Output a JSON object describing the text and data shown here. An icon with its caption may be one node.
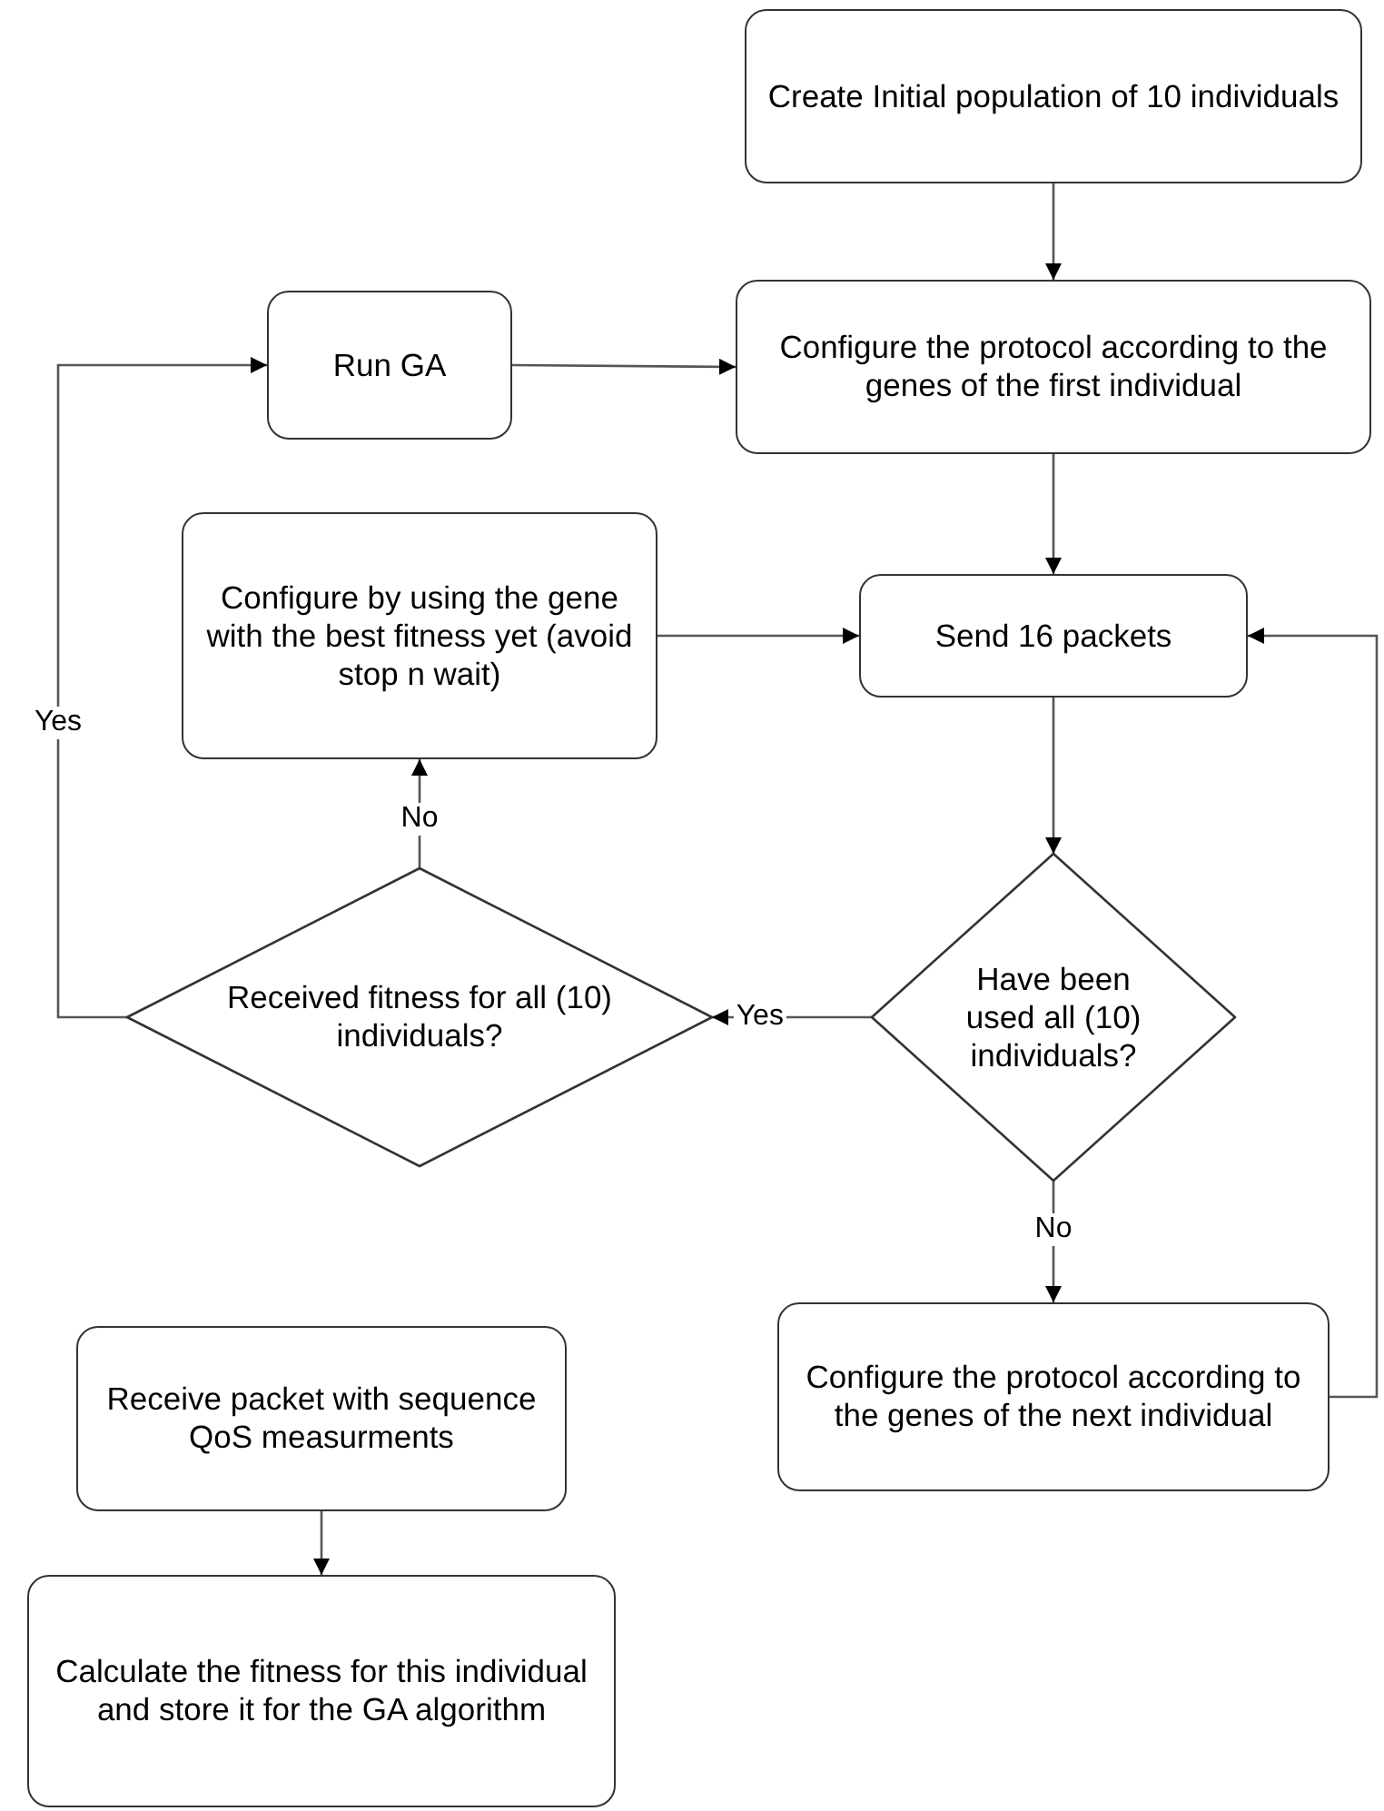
{
  "diagram": {
    "nodes": [
      {
        "text": [
          "Create Initial population of 10 individuals"
        ]
      },
      {
        "text": [
          "Run GA"
        ]
      },
      {
        "text": [
          "Configure the protocol according to the genes of the first individual"
        ]
      },
      {
        "text": [
          "Configure by using the gene with the best fitness yet (avoid stop n wait)"
        ]
      },
      {
        "text": [
          "Send 16 packets"
        ]
      },
      {
        "text": [
          "Received fitness for all (10) individuals?"
        ]
      },
      {
        "text": [
          "Have been used all (10) individuals?"
        ]
      },
      {
        "text": [
          "Configure the protocol according to the genes of the next individual"
        ]
      },
      {
        "text": [
          "Receive packet with sequence QoS measurments"
        ]
      },
      {
        "text": [
          "Calculate the fitness for this individual and store it for the GA algorithm"
        ]
      }
    ],
    "edges": [
      {
        "from": 0,
        "to": 2,
        "arrow": "to"
      },
      {
        "from": 1,
        "to": 2,
        "arrow": "to"
      },
      {
        "from": 2,
        "to": 4,
        "arrow": "to"
      },
      {
        "from": 3,
        "to": 4,
        "arrow": "to"
      },
      {
        "from": 4,
        "to": 6,
        "arrow": "to"
      },
      {
        "from": 6,
        "to": 5,
        "arrow": "to",
        "label": "Yes"
      },
      {
        "from": 5,
        "to": 3,
        "arrow": "to",
        "label": "No"
      },
      {
        "from": 5,
        "to": 1,
        "arrow": "to",
        "label": "Yes"
      },
      {
        "from": 6,
        "to": 7,
        "arrow": "to",
        "label": "No"
      },
      {
        "from": 7,
        "to": 4,
        "arrow": "to"
      },
      {
        "from": 8,
        "to": 9,
        "arrow": "to"
      }
    ]
  }
}
